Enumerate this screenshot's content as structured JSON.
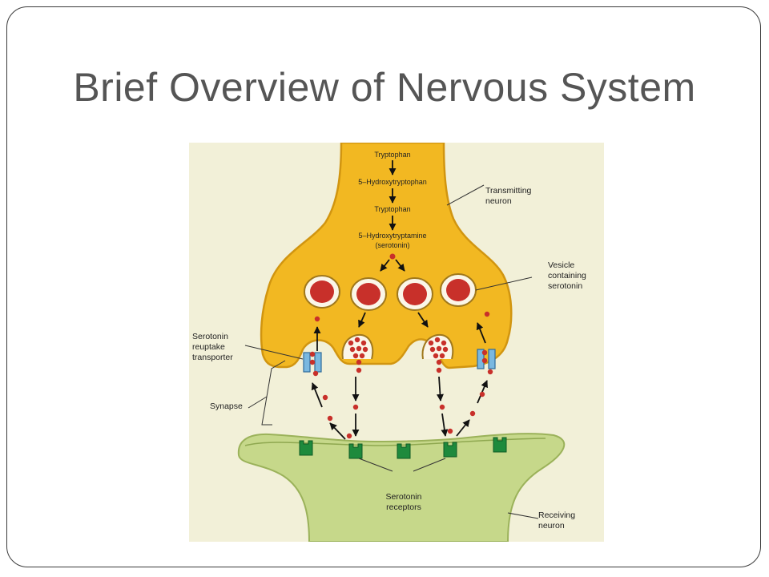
{
  "slide": {
    "title": "Brief Overview of Nervous System"
  },
  "diagram": {
    "pathway": [
      "Tryptophan",
      "5–Hydroxytryptophan",
      "Tryptophan",
      "5–Hydroxytryptamine",
      "(serotonin)"
    ],
    "labels": {
      "transmitting_1": "Transmitting",
      "transmitting_2": "neuron",
      "vesicle_1": "Vesicle",
      "vesicle_2": "containing",
      "vesicle_3": "serotonin",
      "reuptake_1": "Serotonin",
      "reuptake_2": "reuptake",
      "reuptake_3": "transporter",
      "synapse": "Synapse",
      "receptors_1": "Serotonin",
      "receptors_2": "receptors",
      "receiving_1": "Receiving",
      "receiving_2": "neuron"
    },
    "colors": {
      "background": "#f2f0d8",
      "transmitting_neuron": "#f2b822",
      "receiving_neuron": "#c6d88a",
      "serotonin": "#c8302a",
      "receptor": "#1e8a3c",
      "transporter": "#7ab8e0"
    }
  }
}
